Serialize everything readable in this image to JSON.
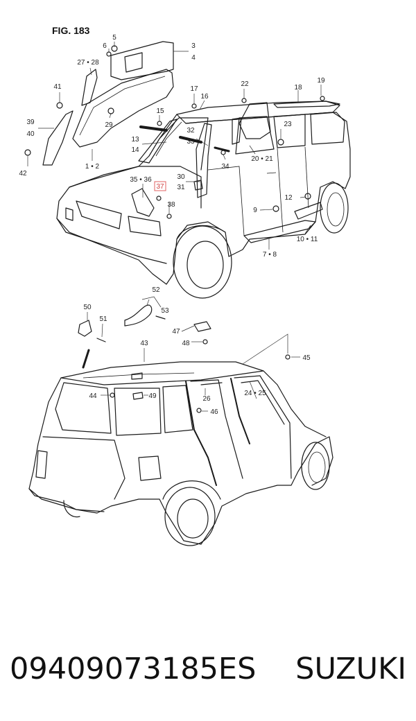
{
  "figure": {
    "label": "FIG. 183"
  },
  "highlight": {
    "label": "37",
    "color": "#d04040"
  },
  "callouts": [
    {
      "id": "c5",
      "text": "5"
    },
    {
      "id": "c6",
      "text": "6"
    },
    {
      "id": "c3",
      "text": "3"
    },
    {
      "id": "c4",
      "text": "4"
    },
    {
      "id": "c27_28",
      "text": "27 • 28"
    },
    {
      "id": "c41",
      "text": "41"
    },
    {
      "id": "c17",
      "text": "17"
    },
    {
      "id": "c16",
      "text": "16"
    },
    {
      "id": "c22",
      "text": "22"
    },
    {
      "id": "c18",
      "text": "18"
    },
    {
      "id": "c19",
      "text": "19"
    },
    {
      "id": "c15",
      "text": "15"
    },
    {
      "id": "c29",
      "text": "29"
    },
    {
      "id": "c39",
      "text": "39"
    },
    {
      "id": "c40",
      "text": "40"
    },
    {
      "id": "c32",
      "text": "32"
    },
    {
      "id": "c33",
      "text": "33"
    },
    {
      "id": "c23",
      "text": "23"
    },
    {
      "id": "c13",
      "text": "13"
    },
    {
      "id": "c14",
      "text": "14"
    },
    {
      "id": "c20_21",
      "text": "20 • 21"
    },
    {
      "id": "c34",
      "text": "34"
    },
    {
      "id": "c42",
      "text": "42"
    },
    {
      "id": "c1_2",
      "text": "1 • 2"
    },
    {
      "id": "c35_36",
      "text": "35 • 36"
    },
    {
      "id": "c30",
      "text": "30"
    },
    {
      "id": "c31",
      "text": "31"
    },
    {
      "id": "c12",
      "text": "12"
    },
    {
      "id": "c38",
      "text": "38"
    },
    {
      "id": "c9",
      "text": "9"
    },
    {
      "id": "c10_11",
      "text": "10 • 11"
    },
    {
      "id": "c7_8",
      "text": "7 • 8"
    },
    {
      "id": "c52",
      "text": "52"
    },
    {
      "id": "c50",
      "text": "50"
    },
    {
      "id": "c53",
      "text": "53"
    },
    {
      "id": "c51",
      "text": "51"
    },
    {
      "id": "c47",
      "text": "47"
    },
    {
      "id": "c48",
      "text": "48"
    },
    {
      "id": "c43",
      "text": "43"
    },
    {
      "id": "c45",
      "text": "45"
    },
    {
      "id": "c26",
      "text": "26"
    },
    {
      "id": "c24_25",
      "text": "24 • 25"
    },
    {
      "id": "c44",
      "text": "44"
    },
    {
      "id": "c49",
      "text": "49"
    },
    {
      "id": "c46",
      "text": "46"
    }
  ],
  "footer": {
    "part_number": "09409073185ES",
    "brand": "SUZUKI"
  }
}
